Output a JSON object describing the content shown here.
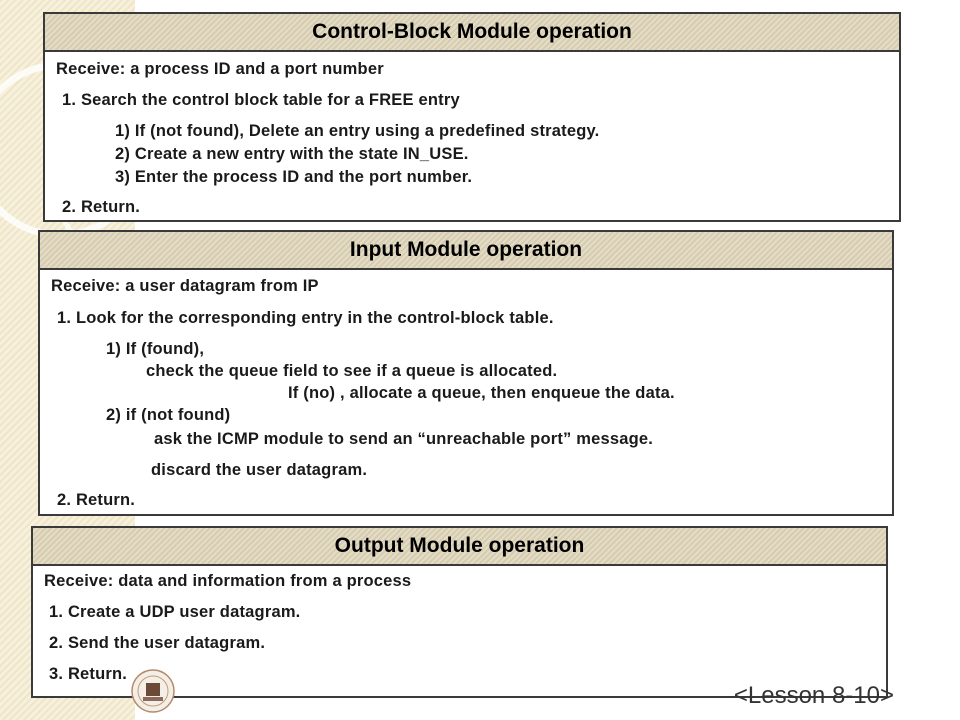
{
  "control_block": {
    "title": "Control-Block  Module operation",
    "receive": "Receive: a process ID and a port number",
    "step1": "1. Search the control block table for a FREE entry",
    "sub1": "1) If (not found), Delete an entry using a predefined strategy.",
    "sub2": "2) Create a new entry with the state IN_USE.",
    "sub3": "3) Enter the process ID and the port number.",
    "step2": "2. Return."
  },
  "input": {
    "title": "Input  Module operation",
    "receive": "Receive: a user datagram from IP",
    "step1": "1. Look for the corresponding entry in the control-block table.",
    "sub1": "1) If (found),",
    "sub1a": "check the queue field to see if a queue is allocated.",
    "sub1b": "If (no) , allocate a queue, then enqueue the data.",
    "sub2": "2) if (not found)",
    "sub2a": "ask the ICMP module to send an “unreachable port” message.",
    "sub2b": "discard the user datagram.",
    "step2": "2. Return."
  },
  "output": {
    "title": "Output  Module operation",
    "receive": "Receive: data and information from a process",
    "step1": "1. Create a UDP user datagram.",
    "step2": "2. Send the user datagram.",
    "step3": "3. Return."
  },
  "footer": {
    "lesson": "<Lesson 8-10>"
  }
}
